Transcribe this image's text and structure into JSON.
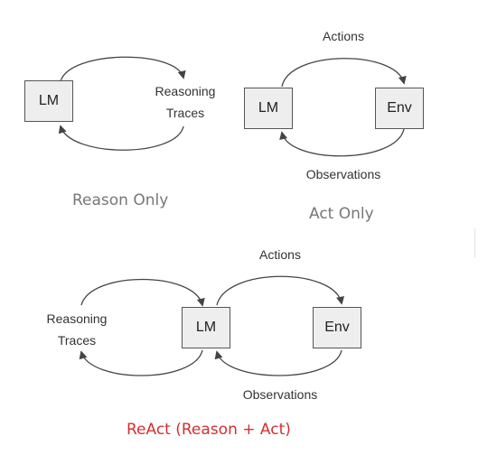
{
  "panels": {
    "reason_only": {
      "lm": "LM",
      "traces_line1": "Reasoning",
      "traces_line2": "Traces",
      "caption": "Reason Only"
    },
    "act_only": {
      "lm": "LM",
      "env": "Env",
      "actions": "Actions",
      "observations": "Observations",
      "caption": "Act Only"
    },
    "react": {
      "lm": "LM",
      "env": "Env",
      "actions": "Actions",
      "observations": "Observations",
      "traces_line1": "Reasoning",
      "traces_line2": "Traces",
      "caption": "ReAct (Reason + Act)",
      "caption_color": "#d32f2f"
    }
  }
}
